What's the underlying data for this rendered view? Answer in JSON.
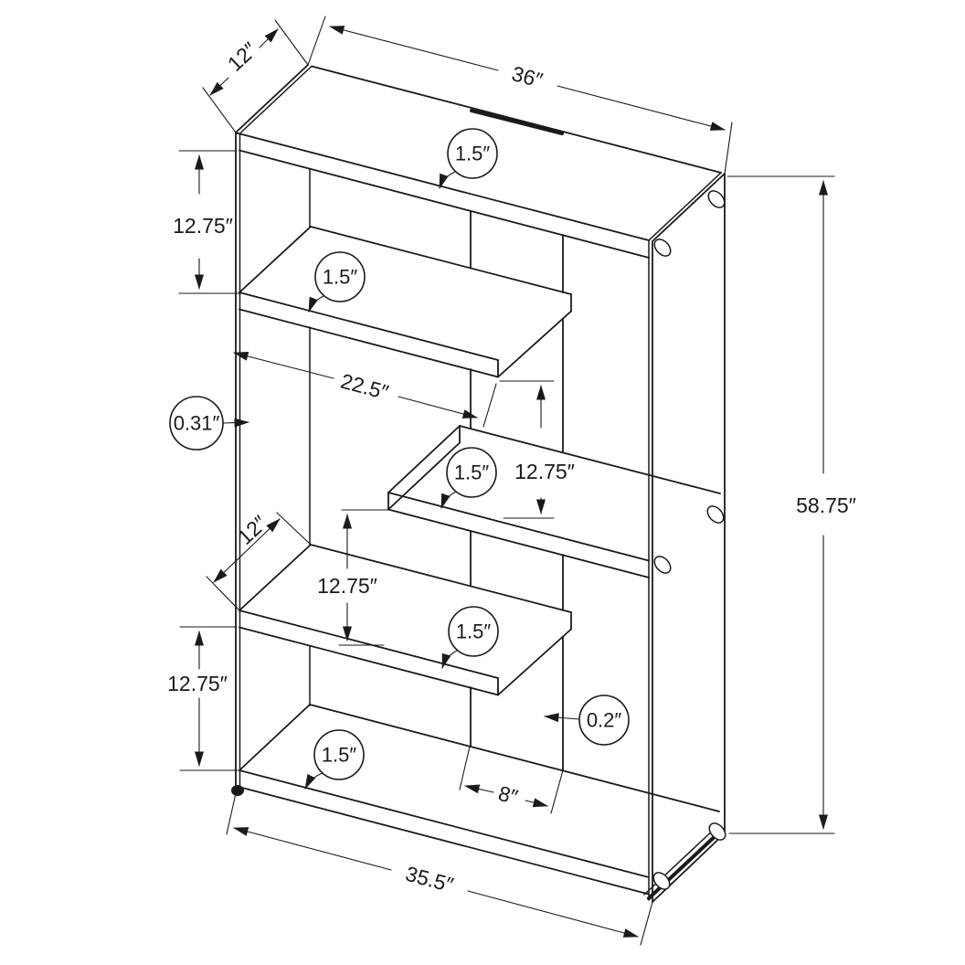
{
  "figure": {
    "kind": "isometric-furniture-dimension-drawing",
    "item": "bookcase with glass side panels, five shelves and center back panel",
    "units": "inches",
    "ink_color": "#1a1a1a",
    "background_color": "#ffffff"
  },
  "labels": {
    "top_depth": "12″",
    "top_width": "36″",
    "top_shelf_thickness": "1.5″",
    "upper_left_gap": "12.75″",
    "shelf2_thickness": "1.5″",
    "shelf2_width": "22.5″",
    "glass_thickness": "0.31″",
    "shelf3_thickness": "1.5″",
    "upper_right_gap": "12.75″",
    "shelf4_depth": "12″",
    "mid_left_gap": "12.75″",
    "shelf4_thickness": "1.5″",
    "lower_left_gap": "12.75″",
    "back_panel_thickness": "0.2″",
    "bottom_shelf_thickness": "1.5″",
    "back_panel_width": "8″",
    "bottom_width": "35.5″",
    "overall_height": "58.75″"
  }
}
